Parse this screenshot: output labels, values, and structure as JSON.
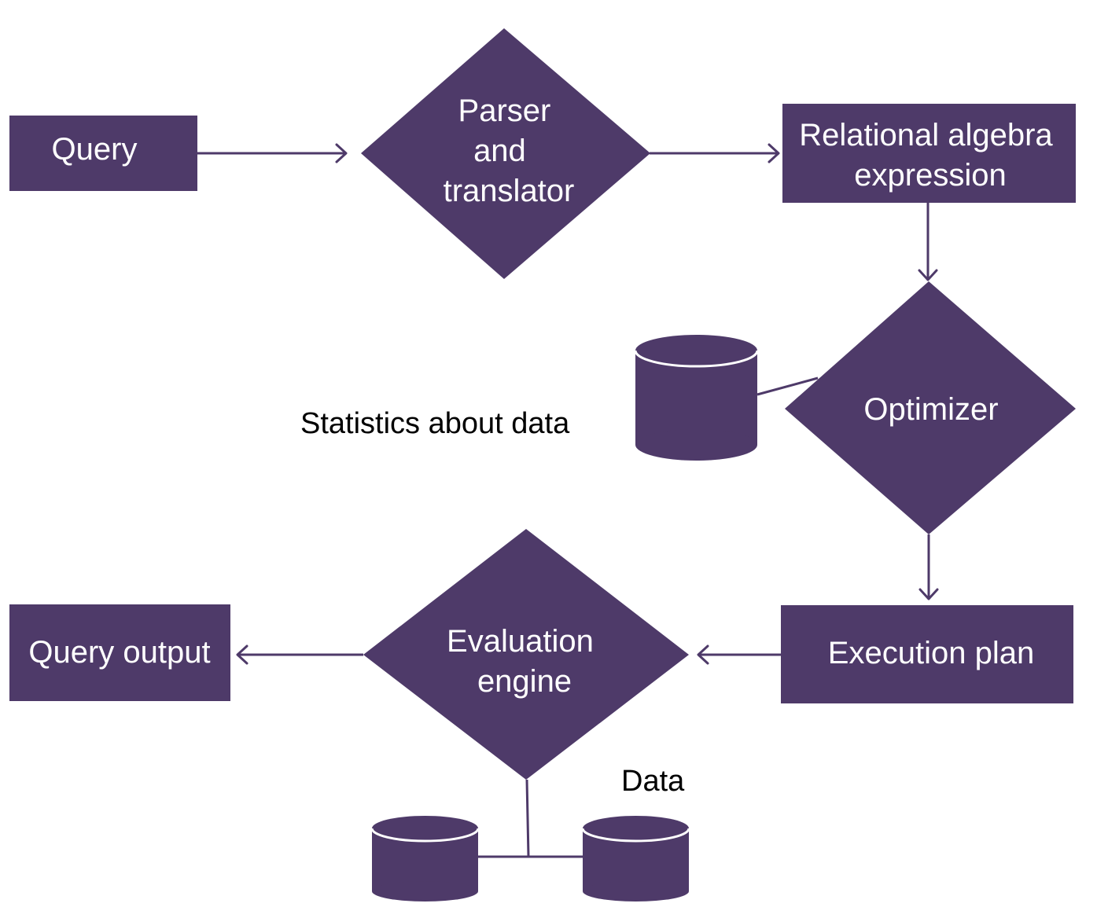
{
  "colors": {
    "node_fill": "#4e3a69",
    "node_text": "#ffffff",
    "label_text": "#000000",
    "connector": "#4e3a69",
    "background": "#ffffff"
  },
  "nodes": {
    "query": {
      "lines": [
        "Query"
      ]
    },
    "parser": {
      "lines": [
        "Parser",
        "and",
        "translator"
      ]
    },
    "relational": {
      "lines": [
        "Relational algebra",
        "expression"
      ]
    },
    "optimizer": {
      "lines": [
        "Optimizer"
      ]
    },
    "execution": {
      "lines": [
        "Execution plan"
      ]
    },
    "evaluation": {
      "lines": [
        "Evaluation",
        "engine"
      ]
    },
    "output": {
      "lines": [
        "Query output"
      ]
    }
  },
  "labels": {
    "statistics": "Statistics about data",
    "data": "Data"
  }
}
